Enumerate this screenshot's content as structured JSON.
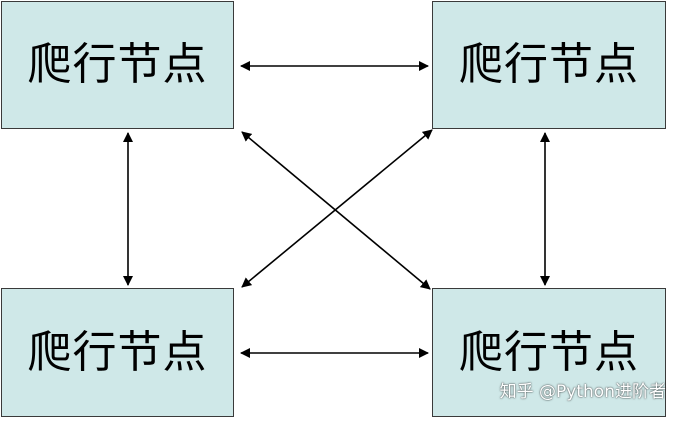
{
  "diagram": {
    "nodes": [
      {
        "id": "n1",
        "label": "爬行节点"
      },
      {
        "id": "n2",
        "label": "爬行节点"
      },
      {
        "id": "n3",
        "label": "爬行节点"
      },
      {
        "id": "n4",
        "label": "爬行节点"
      }
    ],
    "edges": [
      {
        "from": "n1",
        "to": "n2",
        "direction": "both"
      },
      {
        "from": "n3",
        "to": "n4",
        "direction": "both"
      },
      {
        "from": "n1",
        "to": "n3",
        "direction": "both"
      },
      {
        "from": "n2",
        "to": "n4",
        "direction": "both"
      },
      {
        "from": "n1",
        "to": "n4",
        "direction": "both"
      },
      {
        "from": "n2",
        "to": "n3",
        "direction": "both"
      }
    ]
  },
  "watermark": "知乎 @Python进阶者",
  "colors": {
    "node_fill": "#cfe8e8",
    "node_border": "#3a3a3a",
    "arrow": "#000000",
    "background": "#ffffff"
  }
}
